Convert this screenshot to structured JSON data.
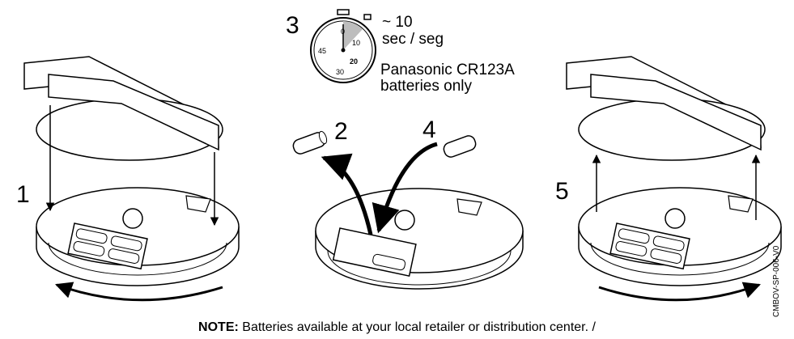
{
  "steps": {
    "s1": "1",
    "s2": "2",
    "s3": "3",
    "s4": "4",
    "s5": "5"
  },
  "timer": {
    "dial": {
      "top": "0",
      "right": "10",
      "inner": "20",
      "left": "45",
      "bottom": "30"
    },
    "duration": "~ 10",
    "unit": "sec / seg"
  },
  "battery_text": {
    "line1": "Panasonic CR123A",
    "line2": "batteries only"
  },
  "note": {
    "label": "NOTE:",
    "text": "Batteries available at your local retailer or distribution center. /"
  },
  "doc_code": "CMBOV-SP-006-V0"
}
